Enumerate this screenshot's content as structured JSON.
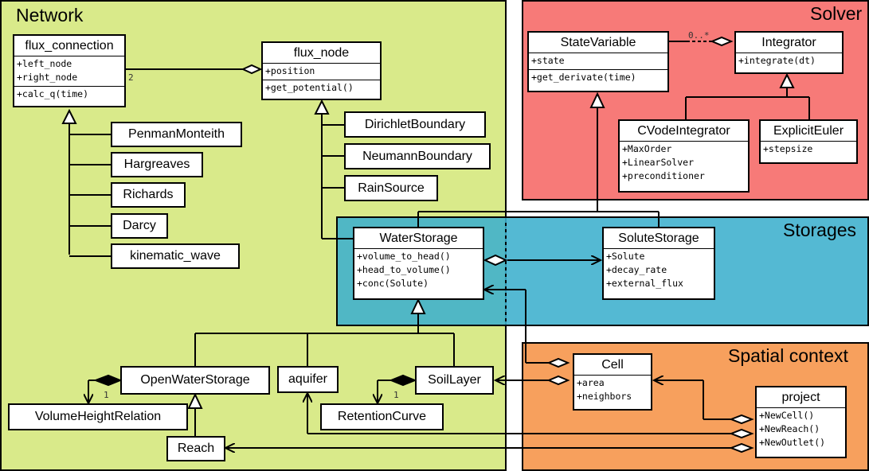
{
  "regions": {
    "network": {
      "title": "Network",
      "color": "#d9ea8a"
    },
    "solver": {
      "title": "Solver",
      "color": "#f77a78"
    },
    "storages": {
      "title": "Storages",
      "color": "#4fb8d2"
    },
    "spatial": {
      "title": "Spatial context",
      "color": "#f7a05d"
    }
  },
  "classes": {
    "flux_connection": {
      "name": "flux_connection",
      "attributes": [
        "+left_node",
        "+right_node"
      ],
      "methods": [
        "+calc_q(time)"
      ]
    },
    "flux_node": {
      "name": "flux_node",
      "attributes": [
        "+position"
      ],
      "methods": [
        "+get_potential()"
      ]
    },
    "StateVariable": {
      "name": "StateVariable",
      "attributes": [
        "+state"
      ],
      "methods": [
        "+get_derivate(time)"
      ]
    },
    "Integrator": {
      "name": "Integrator",
      "attributes": [],
      "methods": [
        "+integrate(dt)"
      ]
    },
    "CVodeIntegrator": {
      "name": "CVodeIntegrator",
      "attributes": [
        "+MaxOrder",
        "+LinearSolver",
        "+preconditioner"
      ]
    },
    "ExplicitEuler": {
      "name": "ExplicitEuler",
      "attributes": [
        "+stepsize"
      ]
    },
    "WaterStorage": {
      "name": "WaterStorage",
      "attributes": [
        "+volume_to_head()",
        "+head_to_volume()",
        "+conc(Solute)"
      ]
    },
    "SoluteStorage": {
      "name": "SoluteStorage",
      "attributes": [
        "+Solute",
        "+decay_rate",
        "+external_flux"
      ]
    },
    "Cell": {
      "name": "Cell",
      "attributes": [
        "+area",
        "+neighbors"
      ]
    },
    "project": {
      "name": "project",
      "attributes": [
        "+NewCell()",
        "+NewReach()",
        "+NewOutlet()"
      ]
    }
  },
  "simple": {
    "PenmanMonteith": "PenmanMonteith",
    "Hargreaves": "Hargreaves",
    "Richards": "Richards",
    "Darcy": "Darcy",
    "kinematic_wave": "kinematic_wave",
    "DirichletBoundary": "DirichletBoundary",
    "NeumannBoundary": "NeumannBoundary",
    "RainSource": "RainSource",
    "OpenWaterStorage": "OpenWaterStorage",
    "aquifer": "aquifer",
    "SoilLayer": "SoilLayer",
    "VolumeHeightRelation": "VolumeHeightRelation",
    "RetentionCurve": "RetentionCurve",
    "Reach": "Reach"
  },
  "multiplicities": {
    "flux_connection_nodes": "2",
    "integrator_statevars": "0..*",
    "openwater_vhr": "1",
    "soillayer_rc": "1"
  }
}
